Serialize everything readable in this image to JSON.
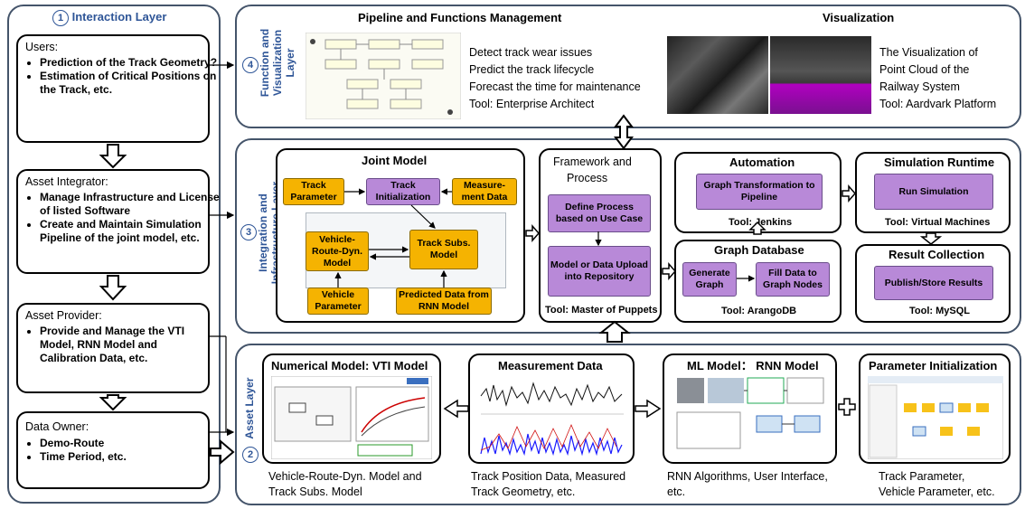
{
  "interaction": {
    "number": "1",
    "title": "Interaction Layer",
    "users_title": "Users:",
    "users_items": [
      "Prediction of the Track Geometry?",
      "Estimation of Critical Positions on the Track, etc."
    ],
    "integrator_title": "Asset Integrator:",
    "integrator_items": [
      "Manage Infrastructure and License of listed Software",
      "Create and Maintain Simulation Pipeline of the joint model, etc."
    ],
    "provider_title": "Asset Provider:",
    "provider_items": [
      "Provide and Manage the VTI Model, RNN Model and Calibration Data, etc."
    ],
    "owner_title": "Data Owner:",
    "owner_items": [
      "Demo-Route",
      "Time Period, etc."
    ]
  },
  "function_layer": {
    "number": "4",
    "title_l1": "Function and",
    "title_l2": "Visualization",
    "title_l3": "Layer",
    "pipeline_title": "Pipeline and Functions Management",
    "pipeline_lines": [
      "Detect track wear issues",
      "Predict the track lifecycle",
      "Forecast the time for maintenance",
      "Tool: Enterprise Architect"
    ],
    "vis_title": "Visualization",
    "vis_lines": [
      "The Visualization of",
      "Point Cloud of the",
      "Railway System",
      "Tool: Aardvark Platform"
    ]
  },
  "integration_layer": {
    "number": "3",
    "title_l1": "Integration and",
    "title_l2": "Infrastructure Layer",
    "joint_title": "Joint Model",
    "track_param": "Track Parameter",
    "track_init": "Track Initialization",
    "measurement_data": "Measure-ment Data",
    "vehicle_route": "Vehicle-Route-Dyn. Model",
    "track_subs": "Track Subs. Model",
    "vehicle_param": "Vehicle Parameter",
    "predicted_data": "Predicted Data from RNN Model",
    "framework_title_l1": "Framework and",
    "framework_title_l2": "Process",
    "define_process": "Define Process based on Use Case",
    "model_upload": "Model or Data Upload into Repository",
    "framework_tool": "Tool: Master of Puppets",
    "automation_title": "Automation",
    "graph_transform": "Graph Transformation to Pipeline",
    "automation_tool": "Tool: Jenkins",
    "graphdb_title": "Graph Database",
    "generate_graph": "Generate Graph",
    "fill_data": "Fill Data to Graph Nodes",
    "graphdb_tool": "Tool: ArangoDB",
    "sim_title": "Simulation Runtime",
    "run_sim": "Run Simulation",
    "sim_tool": "Tool: Virtual Machines",
    "result_title": "Result Collection",
    "publish": "Publish/Store Results",
    "result_tool": "Tool: MySQL"
  },
  "asset_layer": {
    "number": "2",
    "title": "Asset Layer",
    "vti_title": "Numerical Model: VTI Model",
    "vti_caption_l1": "Vehicle-Route-Dyn. Model and",
    "vti_caption_l2": "Track Subs. Model",
    "meas_title": "Measurement Data",
    "meas_caption_l1": "Track Position Data, Measured",
    "meas_caption_l2": "Track Geometry, etc.",
    "ml_title": "ML Model： RNN Model",
    "ml_caption_l1": "RNN Algorithms, User Interface,",
    "ml_caption_l2": "etc.",
    "param_title": "Parameter Initialization",
    "param_caption_l1": "Track Parameter,",
    "param_caption_l2": "Vehicle Parameter, etc."
  },
  "colors": {
    "accent": "#2e5597",
    "purple": "#b889d8",
    "orange": "#f5b301"
  }
}
